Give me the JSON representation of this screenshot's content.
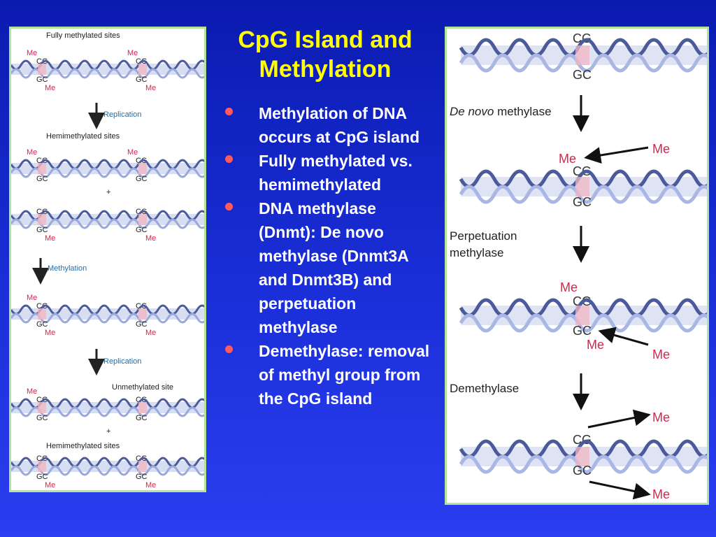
{
  "slide": {
    "title": "CpG Island and Methylation",
    "bullets": [
      "Methylation of DNA occurs at CpG island",
      "Fully methylated vs. hemimethylated",
      "DNA methylase (Dnmt): De novo methylase (Dnmt3A and Dnmt3B) and perpetuation methylase",
      "Demethylase: removal of methyl group from the CpG island"
    ],
    "bullet_color": "#ff5a5a",
    "title_color": "#ffff00",
    "background": "#1a2fd8"
  },
  "left_figure": {
    "fully_methylated_label": "Fully methylated sites",
    "replication_label": "Replication",
    "hemimethylated_label": "Hemimethylated sites",
    "methylation_label": "Methylation",
    "replication_label_2": "Replication",
    "unmethylated_label": "Unmethylated site",
    "hemimethylated_label_2": "Hemimethylated sites",
    "plus": "+",
    "me": "Me",
    "cg": "CG",
    "gc": "GC"
  },
  "right_figure": {
    "cg": "CG",
    "gc": "GC",
    "me": "Me",
    "de_novo_italic": "De novo",
    "de_novo_rest": "methylase",
    "perpetuation_line1": "Perpetuation",
    "perpetuation_line2": "methylase",
    "demethylase": "Demethylase"
  },
  "colors": {
    "me_red": "#e0204a",
    "arrow_label_blue": "#1a6fb0",
    "strand_dark": "#4a5a9a",
    "strand_light": "#b9c6ea",
    "site_pink": "#f2b6c2"
  }
}
